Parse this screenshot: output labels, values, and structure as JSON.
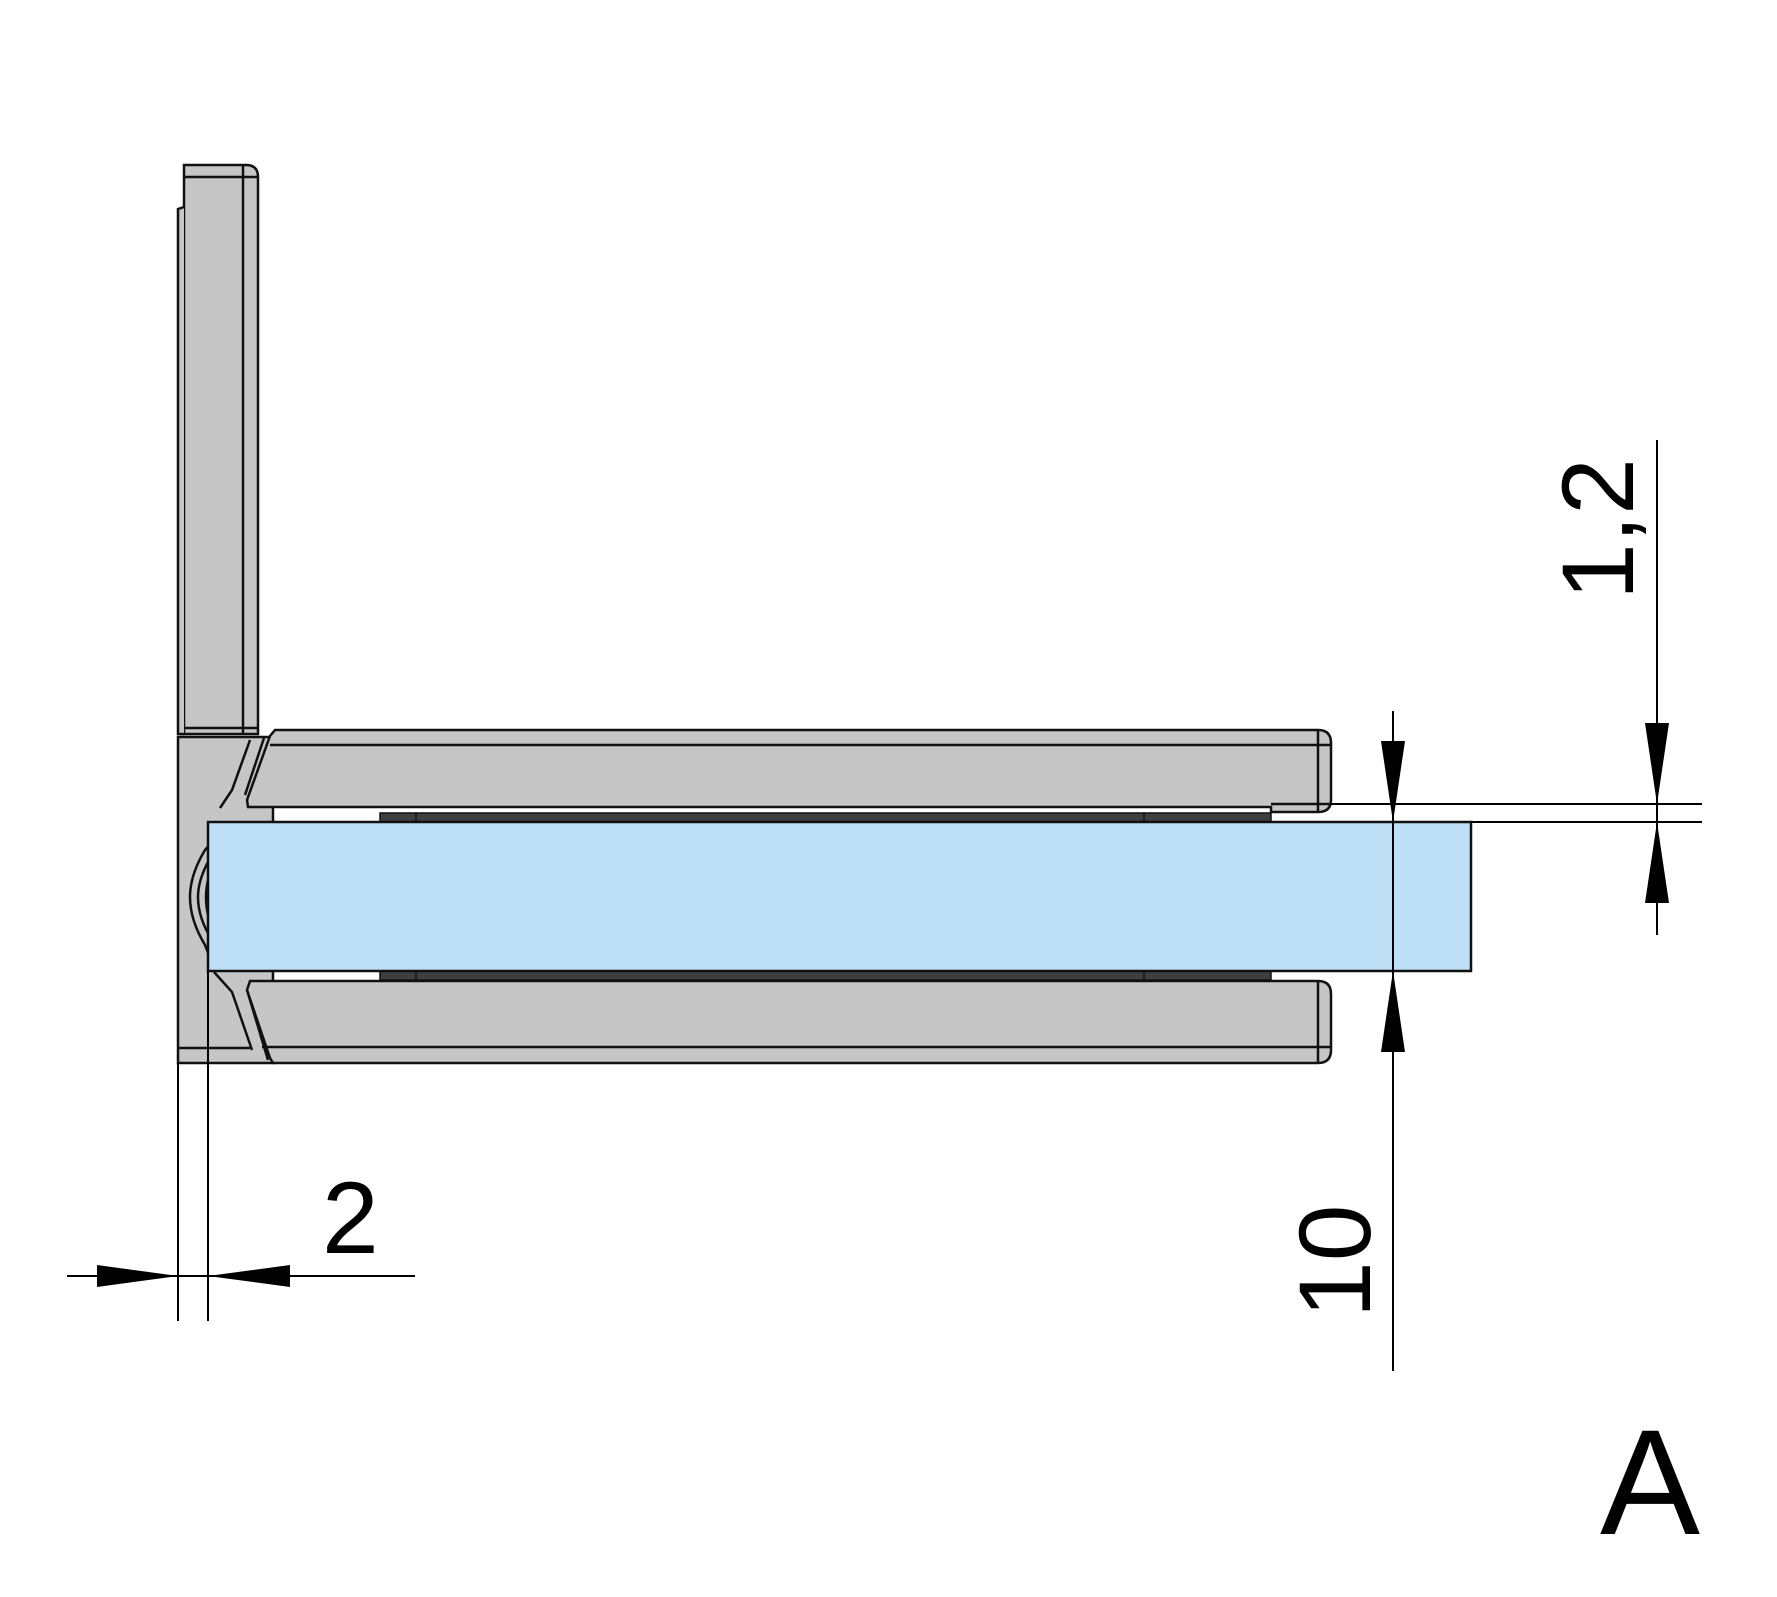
{
  "drawing": {
    "view_label": "A",
    "colors": {
      "background": "#ffffff",
      "metal": "#c6c6c6",
      "glass": "#bde0f6",
      "gasket": "#3e3e3e",
      "line": "#111111"
    },
    "dimensions": {
      "left_gap": "2",
      "glass_thickness": "10",
      "gasket_offset": "1,2"
    }
  }
}
